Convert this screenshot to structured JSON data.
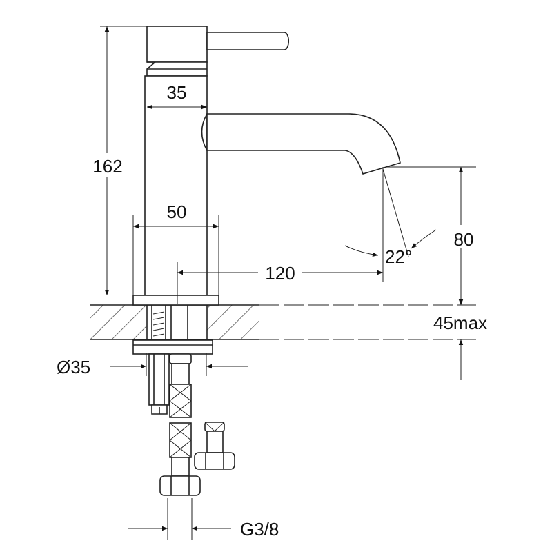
{
  "dimensions": {
    "height_total": "162",
    "handle_width": "35",
    "base_width": "50",
    "spout_reach": "120",
    "spout_angle": "22°",
    "spout_height": "80",
    "counter_thickness": "45max",
    "hole_diameter": "Ø35",
    "connection_thread": "G3/8"
  },
  "colors": {
    "line": "#222222",
    "background": "#ffffff"
  }
}
